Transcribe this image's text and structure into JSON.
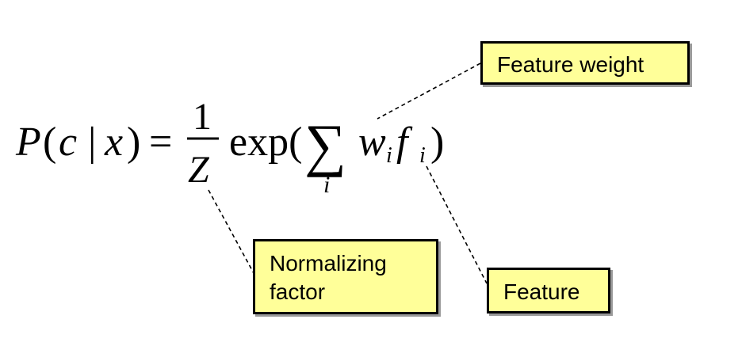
{
  "formula": {
    "lhs_P": "P",
    "lhs_open": "(",
    "lhs_c": "c",
    "lhs_bar": "|",
    "lhs_x": "x",
    "lhs_close": ")",
    "equals": "=",
    "frac_num": "1",
    "frac_den": "Z",
    "exp_fn": "exp(",
    "sum_sym": "∑",
    "sum_index": "i",
    "w": "w",
    "w_sub": "i",
    "f": "f",
    "f_sub": "i",
    "close_paren": ")"
  },
  "annotations": {
    "feature_weight": "Feature weight",
    "normalizing_line1": "Normalizing",
    "normalizing_line2": "factor",
    "feature": "Feature"
  },
  "colors": {
    "callout_fill": "#ffff99",
    "callout_border": "#000000",
    "callout_shadow": "#9a9a9a",
    "ink": "#000000"
  }
}
